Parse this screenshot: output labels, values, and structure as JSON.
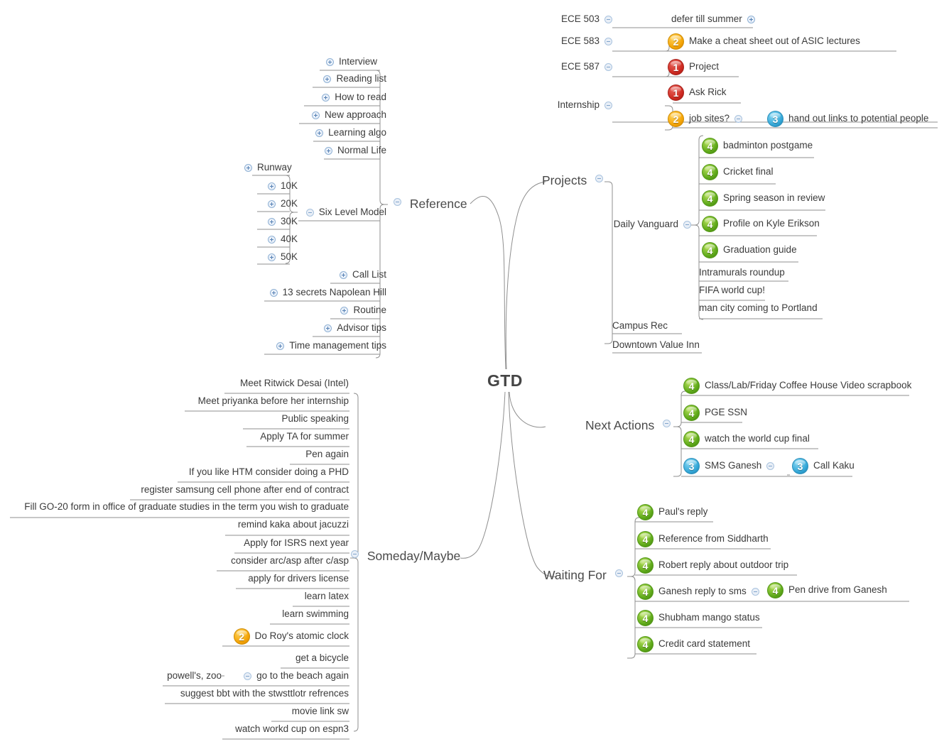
{
  "root": {
    "label": "GTD"
  },
  "icons": {
    "expand": "plus-circle-icon",
    "collapse": "minus-circle-icon"
  },
  "colors": {
    "priority_1": "#cf2a21",
    "priority_2": "#f5a506",
    "priority_3": "#34a8d8",
    "priority_4": "#5faa1a",
    "toggle": "#5681b4",
    "text": "#3b3b3b",
    "branch_line": "#8a8a8a"
  },
  "branches": {
    "projects": {
      "label": "Projects",
      "toggle": "collapse",
      "children": [
        {
          "label": "ECE 503",
          "toggle": "collapse",
          "children": [
            {
              "label": "defer till summer",
              "toggle": "expand"
            }
          ]
        },
        {
          "label": "ECE 583",
          "toggle": "collapse",
          "children": [
            {
              "label": "Make a cheat sheet out of ASIC lectures",
              "priority": 2
            }
          ]
        },
        {
          "label": "ECE 587",
          "toggle": "collapse",
          "children": [
            {
              "label": "Project",
              "priority": 1
            }
          ]
        },
        {
          "label": "Internship",
          "toggle": "collapse",
          "children": [
            {
              "label": "Ask Rick",
              "priority": 1
            },
            {
              "label": "job sites?",
              "priority": 2,
              "toggle": "collapse",
              "children": [
                {
                  "label": "hand out links to potential people",
                  "priority": 3
                }
              ]
            }
          ]
        },
        {
          "label": "Daily Vanguard",
          "toggle": "collapse",
          "children": [
            {
              "label": "badminton postgame",
              "priority": 4
            },
            {
              "label": "Cricket final",
              "priority": 4
            },
            {
              "label": "Spring season in review",
              "priority": 4
            },
            {
              "label": "Profile on Kyle Erikson",
              "priority": 4
            },
            {
              "label": "Graduation guide",
              "priority": 4
            },
            {
              "label": "Intramurals roundup"
            },
            {
              "label": "FIFA world cup!"
            },
            {
              "label": "man city coming to Portland"
            }
          ]
        },
        {
          "label": "Campus Rec"
        },
        {
          "label": "Downtown Value Inn"
        }
      ]
    },
    "reference": {
      "label": "Reference",
      "toggle": "collapse",
      "children": [
        {
          "label": "Interview",
          "toggle": "expand"
        },
        {
          "label": "Reading list",
          "toggle": "expand"
        },
        {
          "label": "How to read",
          "toggle": "expand"
        },
        {
          "label": "New approach",
          "toggle": "expand"
        },
        {
          "label": "Learning algo",
          "toggle": "expand"
        },
        {
          "label": "Normal Life",
          "toggle": "expand"
        },
        {
          "label": "Six Level Model",
          "toggle": "collapse",
          "children": [
            {
              "label": "Runway",
              "toggle": "expand"
            },
            {
              "label": "10K",
              "toggle": "expand"
            },
            {
              "label": "20K",
              "toggle": "expand"
            },
            {
              "label": "30K",
              "toggle": "expand"
            },
            {
              "label": "40K",
              "toggle": "expand"
            },
            {
              "label": "50K",
              "toggle": "expand"
            }
          ]
        },
        {
          "label": "Call List",
          "toggle": "expand"
        },
        {
          "label": "13 secrets Napolean Hill",
          "toggle": "expand"
        },
        {
          "label": "Routine",
          "toggle": "expand"
        },
        {
          "label": "Advisor tips",
          "toggle": "expand"
        },
        {
          "label": "Time management tips",
          "toggle": "expand"
        }
      ]
    },
    "next_actions": {
      "label": "Next Actions",
      "toggle": "collapse",
      "children": [
        {
          "label": "Class/Lab/Friday Coffee House Video scrapbook",
          "priority": 4
        },
        {
          "label": "PGE SSN",
          "priority": 4
        },
        {
          "label": "watch the world cup final",
          "priority": 4
        },
        {
          "label": "SMS Ganesh",
          "priority": 3,
          "toggle": "collapse",
          "children": [
            {
              "label": "Call Kaku",
              "priority": 3
            }
          ]
        }
      ]
    },
    "waiting_for": {
      "label": "Waiting For",
      "toggle": "collapse",
      "children": [
        {
          "label": "Paul's reply",
          "priority": 4
        },
        {
          "label": "Reference from Siddharth",
          "priority": 4
        },
        {
          "label": "Robert reply about outdoor trip",
          "priority": 4
        },
        {
          "label": "Ganesh reply to sms",
          "priority": 4,
          "toggle": "collapse",
          "children": [
            {
              "label": "Pen drive from Ganesh",
              "priority": 4
            }
          ]
        },
        {
          "label": "Shubham mango status",
          "priority": 4
        },
        {
          "label": "Credit card statement",
          "priority": 4
        }
      ]
    },
    "someday_maybe": {
      "label": "Someday/Maybe",
      "toggle": "collapse",
      "children": [
        {
          "label": "Meet Ritwick Desai (Intel)"
        },
        {
          "label": "Meet priyanka before her internship"
        },
        {
          "label": "Public speaking"
        },
        {
          "label": "Apply TA for summer"
        },
        {
          "label": "Pen again"
        },
        {
          "label": "If you like HTM consider doing a PHD"
        },
        {
          "label": "register samsung cell phone after end of contract"
        },
        {
          "label": "Fill GO-20 form in office of graduate studies in the term you wish to graduate"
        },
        {
          "label": "remind kaka about jacuzzi"
        },
        {
          "label": "Apply for ISRS next year"
        },
        {
          "label": "consider arc/asp after c/asp"
        },
        {
          "label": "apply for drivers license"
        },
        {
          "label": "learn latex"
        },
        {
          "label": "learn swimming"
        },
        {
          "label": "Do Roy's atomic clock",
          "priority": 2
        },
        {
          "label": "get a bicycle"
        },
        {
          "label": "go to the beach again",
          "toggle": "collapse",
          "children": [
            {
              "label": "powell's, zoo"
            }
          ]
        },
        {
          "label": "suggest bbt with the stwsttlotr refrences"
        },
        {
          "label": "movie link  sw"
        },
        {
          "label": "watch workd cup on espn3"
        }
      ]
    }
  }
}
